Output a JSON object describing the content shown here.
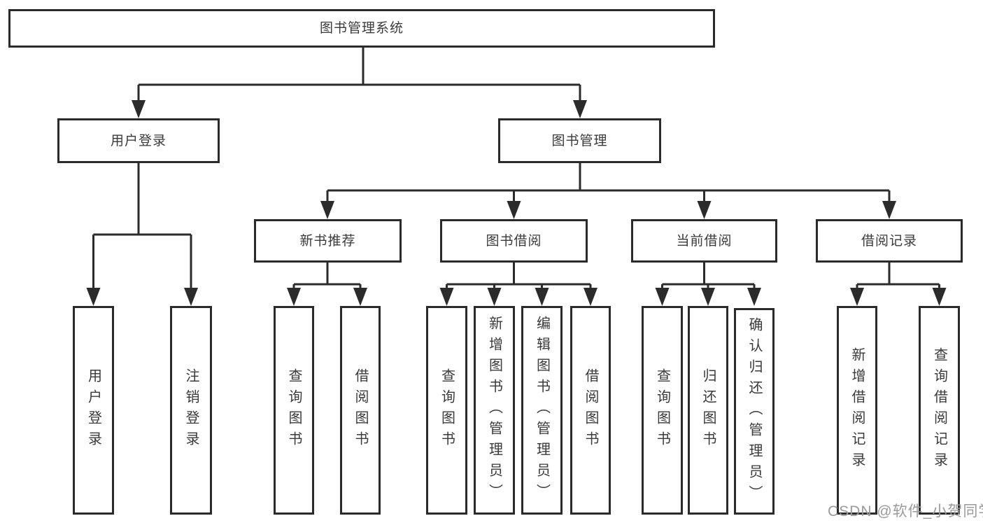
{
  "diagram_title": "图书管理系统",
  "tree": {
    "root": "图书管理系统",
    "children": [
      {
        "label": "用户登录",
        "children": [
          "用户登录",
          "注销登录"
        ]
      },
      {
        "label": "图书管理",
        "children": [
          {
            "label": "新书推荐",
            "children": [
              "查询图书",
              "借阅图书"
            ]
          },
          {
            "label": "图书借阅",
            "children": [
              "查询图书",
              "新增图书（管理员）",
              "编辑图书（管理员）",
              "借阅图书"
            ]
          },
          {
            "label": "当前借阅",
            "children": [
              "查询图书",
              "归还图书",
              "确认归还（管理员）"
            ]
          },
          {
            "label": "借阅记录",
            "children": [
              "新增借阅记录",
              "查询借阅记录"
            ]
          }
        ]
      }
    ]
  },
  "watermark": {
    "text": "CSDN @软件_小贺同学"
  },
  "colors": {
    "line": "#2b2b2b",
    "box_border": "#2b2b2b",
    "text": "#3a3a3a",
    "watermark": "#9a9a9a",
    "background": "#ffffff"
  }
}
